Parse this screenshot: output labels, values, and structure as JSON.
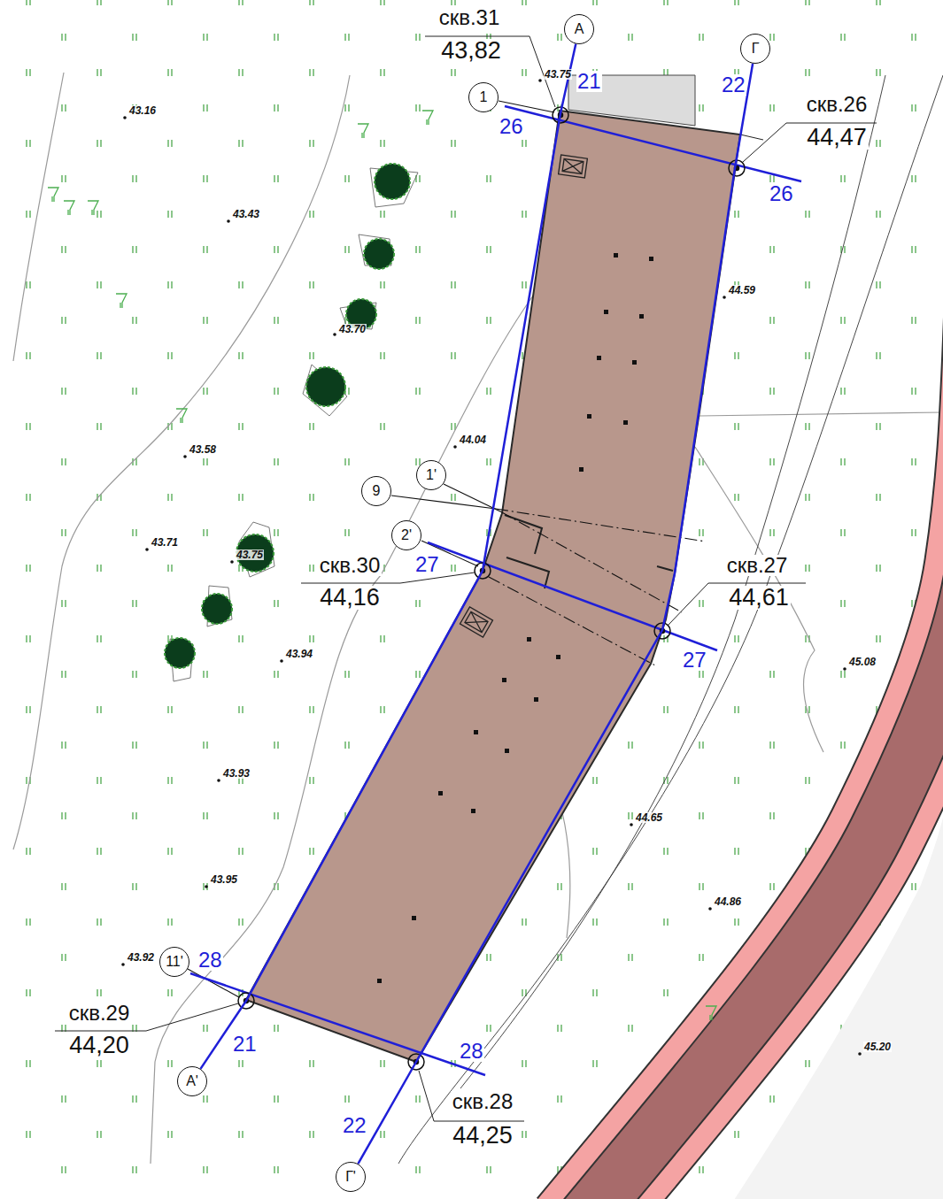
{
  "diagram": {
    "nodes": [
      {
        "text": [
          "А"
        ]
      },
      {
        "text": [
          "Г"
        ]
      },
      {
        "text": [
          "1"
        ]
      },
      {
        "text": [
          "1'"
        ]
      },
      {
        "text": [
          "9"
        ]
      },
      {
        "text": [
          "2'"
        ]
      },
      {
        "text": [
          "11'"
        ]
      },
      {
        "text": [
          "А'"
        ]
      },
      {
        "text": [
          "Г'"
        ]
      }
    ],
    "edges": [
      {
        "from": 0,
        "to": 7,
        "arrow": "none",
        "label": "21"
      },
      {
        "from": 1,
        "to": 8,
        "arrow": "none",
        "label": "22"
      }
    ],
    "labels": [
      "скв.31",
      "43,82",
      "43.75",
      "26",
      "скв.26",
      "44,47",
      "43.16",
      "26",
      "43.43",
      "44.59",
      "43.70",
      "44.04",
      "43.58",
      "43.71",
      "43.75",
      "27",
      "скв.30",
      "44,16",
      "скв.27",
      "44,61",
      "27",
      "43.94",
      "45.08",
      "43.93",
      "44.65",
      "43.95",
      "44.86",
      "43.92",
      "28",
      "скв.29",
      "44,20",
      "21",
      "45.20",
      "28",
      "скв.28",
      "44,25",
      "22"
    ]
  }
}
